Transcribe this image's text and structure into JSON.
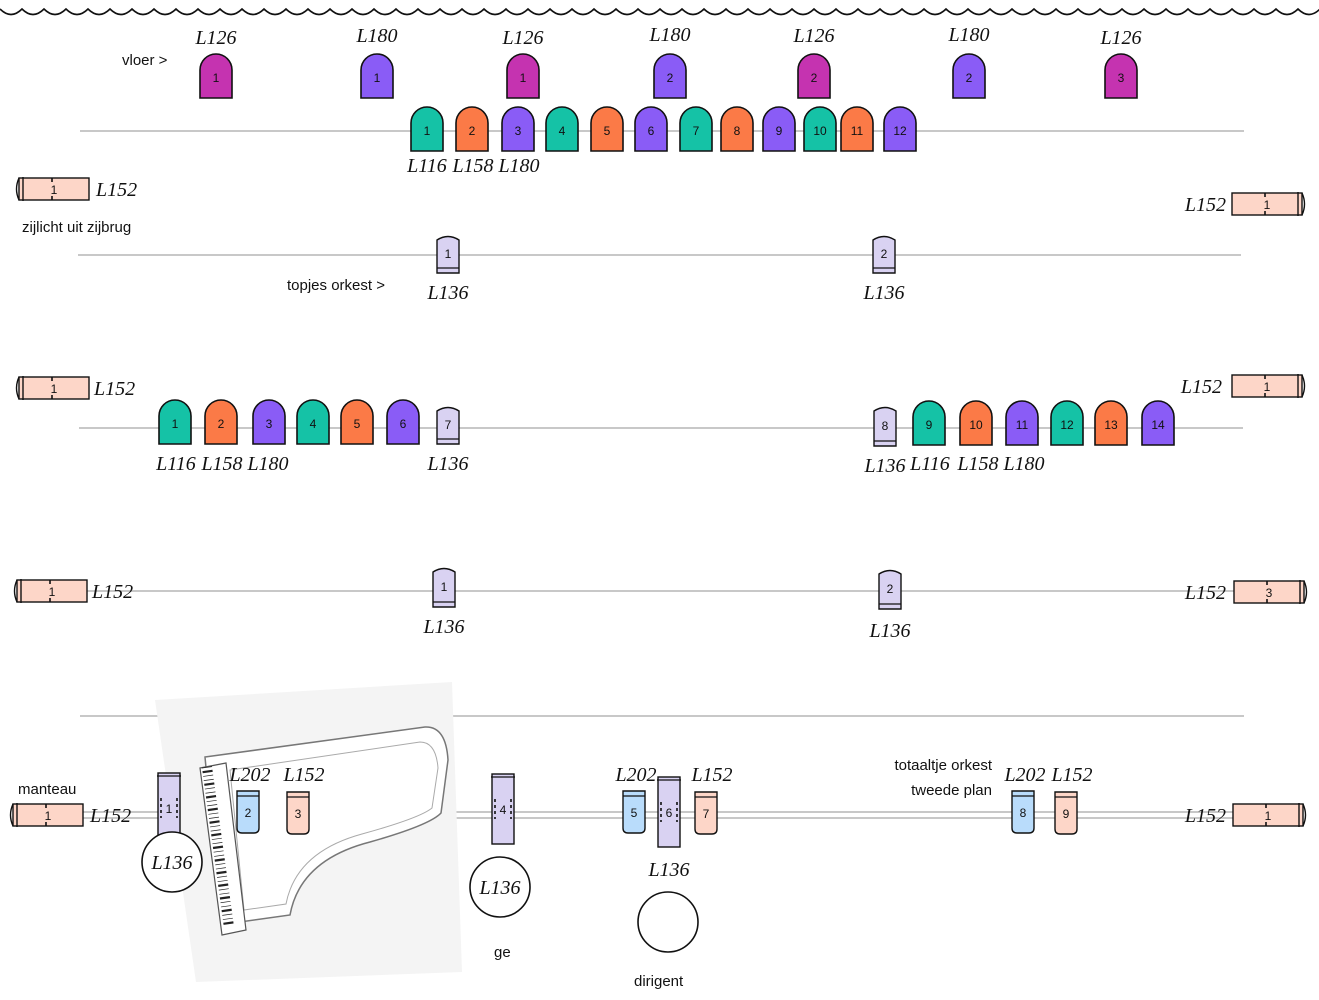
{
  "colors": {
    "teal": "#15c2a6",
    "orange": "#fb7a47",
    "violet": "#8a5cf6",
    "magenta": "#c533b0",
    "lavender": "#d9d2f2",
    "peach": "#fdd6c8",
    "lightblue": "#b9dcfb",
    "pipe": "#c8c8c8"
  },
  "labels": {
    "vloer": "vloer >",
    "zijlicht": "zijlicht uit zijbrug",
    "topjes": "topjes orkest >",
    "manteau": "manteau",
    "totaaltje_1": "totaaltje orkest",
    "totaaltje_2": "tweede plan",
    "ge": "ge",
    "dirigent": "dirigent"
  },
  "floor_fixtures": [
    {
      "type": "L126",
      "number": "1",
      "color": "magenta"
    },
    {
      "type": "L180",
      "number": "1",
      "color": "violet"
    },
    {
      "type": "L126",
      "number": "1",
      "color": "magenta"
    },
    {
      "type": "L180",
      "number": "2",
      "color": "violet"
    },
    {
      "type": "L126",
      "number": "2",
      "color": "magenta"
    },
    {
      "type": "L180",
      "number": "2",
      "color": "violet"
    },
    {
      "type": "L126",
      "number": "3",
      "color": "magenta"
    }
  ],
  "bar1_fixtures": [
    {
      "number": "1",
      "color": "teal"
    },
    {
      "number": "2",
      "color": "orange"
    },
    {
      "number": "3",
      "color": "violet"
    },
    {
      "number": "4",
      "color": "teal"
    },
    {
      "number": "5",
      "color": "orange"
    },
    {
      "number": "6",
      "color": "violet"
    },
    {
      "number": "7",
      "color": "teal"
    },
    {
      "number": "8",
      "color": "orange"
    },
    {
      "number": "9",
      "color": "violet"
    },
    {
      "number": "10",
      "color": "teal"
    },
    {
      "number": "11",
      "color": "orange"
    },
    {
      "number": "12",
      "color": "violet"
    }
  ],
  "bar1_labels": [
    "L116",
    "L158",
    "L180"
  ],
  "side_left_1": {
    "number": "1",
    "label": "L152"
  },
  "side_right_1": {
    "number": "1",
    "label": "L152"
  },
  "bar2_fixtures": [
    {
      "number": "1",
      "label": "L136"
    },
    {
      "number": "2",
      "label": "L136"
    }
  ],
  "side_left_2": {
    "number": "1",
    "label": "L152"
  },
  "side_right_2": {
    "number": "1",
    "label": "L152"
  },
  "bar3_left": [
    {
      "number": "1",
      "color": "teal"
    },
    {
      "number": "2",
      "color": "orange"
    },
    {
      "number": "3",
      "color": "violet"
    },
    {
      "number": "4",
      "color": "teal"
    },
    {
      "number": "5",
      "color": "orange"
    },
    {
      "number": "6",
      "color": "violet"
    }
  ],
  "bar3_left_labels": [
    "L116",
    "L158",
    "L180"
  ],
  "bar3_lav_left": {
    "number": "7",
    "label": "L136"
  },
  "bar3_lav_right": {
    "number": "8",
    "label": "L136"
  },
  "bar3_right": [
    {
      "number": "9",
      "color": "teal"
    },
    {
      "number": "10",
      "color": "orange"
    },
    {
      "number": "11",
      "color": "violet"
    },
    {
      "number": "12",
      "color": "teal"
    },
    {
      "number": "13",
      "color": "orange"
    },
    {
      "number": "14",
      "color": "violet"
    }
  ],
  "bar3_right_labels": [
    "L116",
    "L158",
    "L180"
  ],
  "side_left_3": {
    "number": "1",
    "label": "L152"
  },
  "side_right_3": {
    "number": "3",
    "label": "L152"
  },
  "bar4_fixtures": [
    {
      "number": "1",
      "label": "L136"
    },
    {
      "number": "2",
      "label": "L136"
    }
  ],
  "bottom": {
    "manteau_left": {
      "number": "1",
      "label": "L152"
    },
    "manteau_right": {
      "number": "1",
      "label": "L152"
    },
    "tall_1": {
      "number": "1",
      "label": "L136"
    },
    "tall_4": {
      "number": "4",
      "label": "L136"
    },
    "tall_6": {
      "number": "6",
      "label": "L136"
    },
    "group_a": {
      "blue_number": "2",
      "peach_number": "3",
      "blue_label": "L202",
      "peach_label": "L152"
    },
    "group_b": {
      "blue_number": "5",
      "peach_number": "7",
      "blue_label": "L202",
      "peach_label": "L152"
    },
    "group_c": {
      "blue_number": "8",
      "peach_number": "9",
      "blue_label": "L202",
      "peach_label": "L152"
    }
  }
}
